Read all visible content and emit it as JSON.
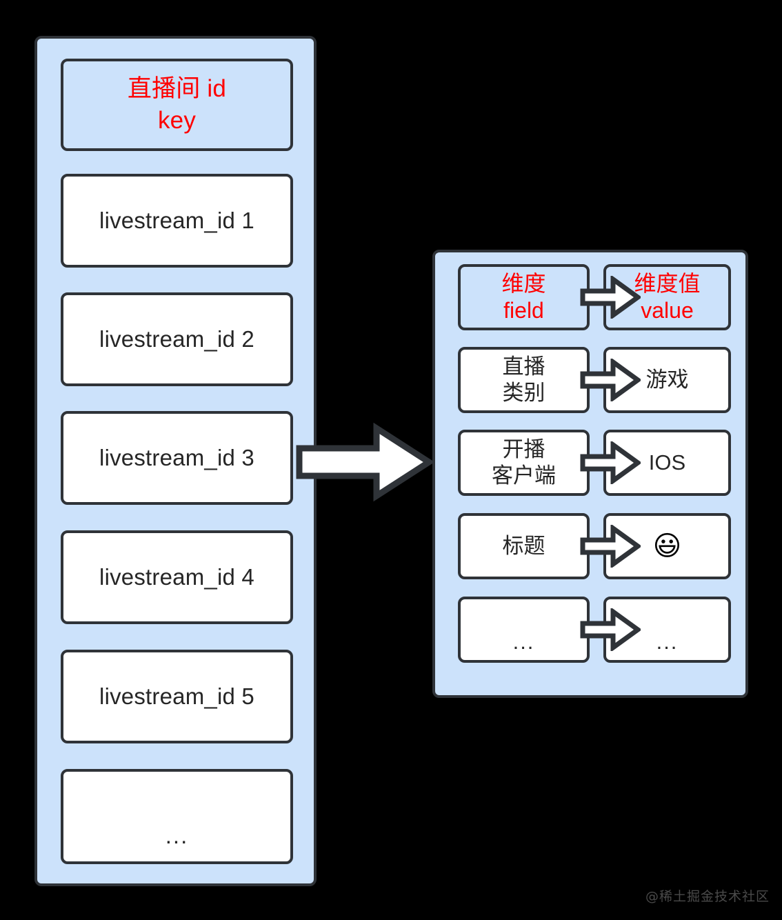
{
  "diagram": {
    "type": "redis-hash-structure",
    "colors": {
      "panel_fill": "#cce2fb",
      "box_fill": "#ffffff",
      "stroke": "#2f3338",
      "accent_red": "#ff0000",
      "background": "#000000",
      "watermark": "#4a4a4a"
    }
  },
  "key_panel": {
    "header": {
      "line1": "直播间 id",
      "line2": "key",
      "text": "直播间 id\nkey"
    },
    "items": [
      {
        "label": "livestream_id 1"
      },
      {
        "label": "livestream_id 2"
      },
      {
        "label": "livestream_id 3"
      },
      {
        "label": "livestream_id 4"
      },
      {
        "label": "livestream_id 5"
      },
      {
        "label": "..."
      }
    ]
  },
  "hash_panel": {
    "header": {
      "field": "维度\nfield",
      "value": "维度值\nvalue"
    },
    "rows": [
      {
        "field": "直播\n类别",
        "value": "游戏"
      },
      {
        "field": "开播\n客户端",
        "value": "IOS"
      },
      {
        "field": "标题",
        "value": "😃"
      },
      {
        "field": "...",
        "value": "..."
      }
    ]
  },
  "arrows": {
    "flow_arrow": "right-arrow-icon",
    "row_arrow": "right-arrow-icon"
  },
  "watermark": {
    "text": "@稀土掘金技术社区"
  }
}
